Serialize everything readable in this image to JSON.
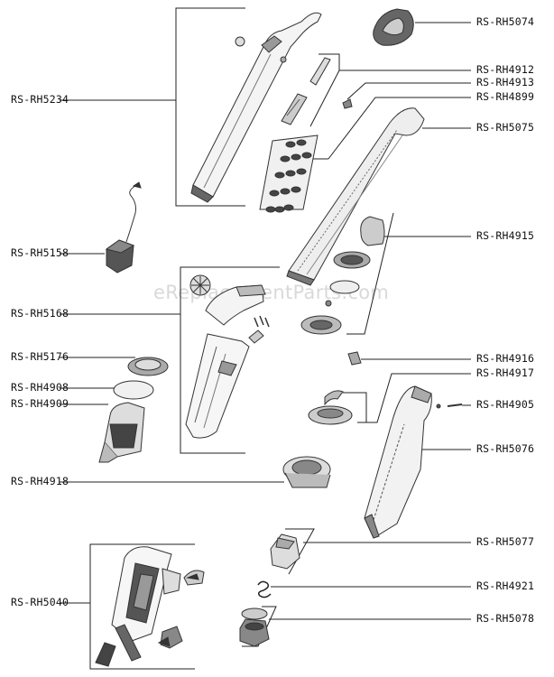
{
  "watermark": "eReplacementParts.com",
  "labels_left": [
    {
      "id": "rs-rh5234",
      "text": "RS-RH5234"
    },
    {
      "id": "rs-rh5158",
      "text": "RS-RH5158"
    },
    {
      "id": "rs-rh5168",
      "text": "RS-RH5168"
    },
    {
      "id": "rs-rh5176",
      "text": "RS-RH5176"
    },
    {
      "id": "rs-rh4908",
      "text": "RS-RH4908"
    },
    {
      "id": "rs-rh4909",
      "text": "RS-RH4909"
    },
    {
      "id": "rs-rh4918",
      "text": "RS-RH4918"
    },
    {
      "id": "rs-rh5040",
      "text": "RS-RH5040"
    }
  ],
  "labels_right": [
    {
      "id": "rs-rh5074",
      "text": "RS-RH5074"
    },
    {
      "id": "rs-rh4912",
      "text": "RS-RH4912"
    },
    {
      "id": "rs-rh4913",
      "text": "RS-RH4913"
    },
    {
      "id": "rs-rh4899",
      "text": "RS-RH4899"
    },
    {
      "id": "rs-rh5075",
      "text": "RS-RH5075"
    },
    {
      "id": "rs-rh4915",
      "text": "RS-RH4915"
    },
    {
      "id": "rs-rh4916",
      "text": "RS-RH4916"
    },
    {
      "id": "rs-rh4917",
      "text": "RS-RH4917"
    },
    {
      "id": "rs-rh4905",
      "text": "RS-RH4905"
    },
    {
      "id": "rs-rh5076",
      "text": "RS-RH5076"
    },
    {
      "id": "rs-rh5077",
      "text": "RS-RH5077"
    },
    {
      "id": "rs-rh4921",
      "text": "RS-RH4921"
    },
    {
      "id": "rs-rh5078",
      "text": "RS-RH5078"
    }
  ]
}
